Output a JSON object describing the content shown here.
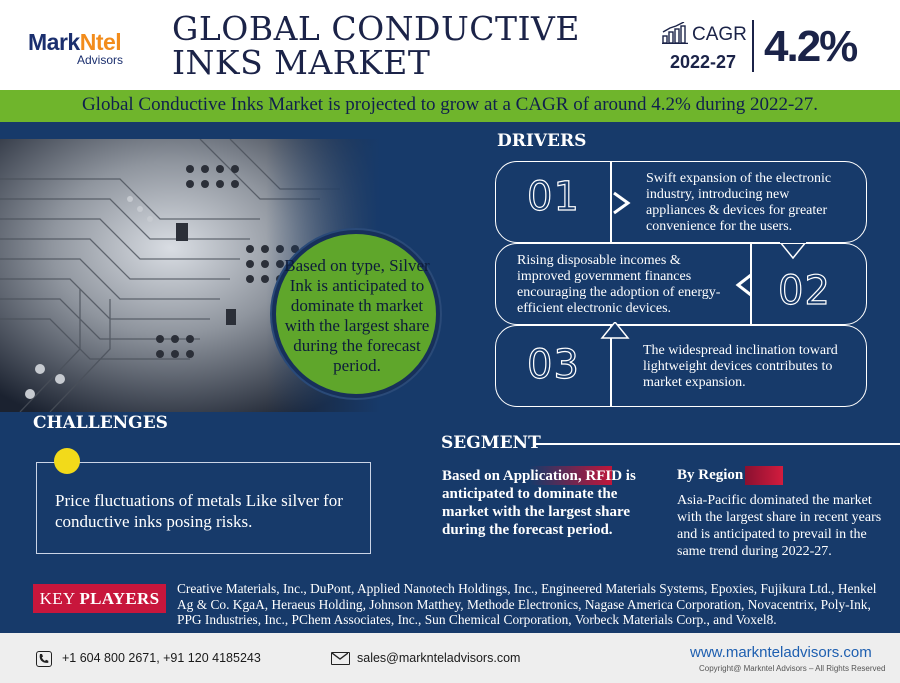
{
  "header": {
    "logo_part1": "Mark",
    "logo_part2": "Ntel",
    "logo_sub": "Advisors",
    "title_line1": "GLOBAL CONDUCTIVE",
    "title_line2": "INKS MARKET",
    "cagr_label": "CAGR",
    "cagr_years": "2022-27",
    "cagr_value": "4.2%"
  },
  "banner": {
    "text": "Global Conductive Inks Market is projected to grow at a CAGR of around 4.2% during 2022-27."
  },
  "highlight": {
    "text": "Based on type, Silver Ink is anticipated to dominate th market with the largest share during the forecast period."
  },
  "drivers": {
    "title": "DRIVERS",
    "items": [
      {
        "number": "01",
        "text": "Swift expansion of the electronic industry, introducing new appliances & devices for greater convenience for the users."
      },
      {
        "number": "02",
        "text": "Rising disposable incomes & improved government finances encouraging the adoption of energy-efficient electronic devices."
      },
      {
        "number": "03",
        "text": "The widespread inclination toward lightweight devices contributes to market expansion."
      }
    ]
  },
  "challenges": {
    "title": "CHALLENGES",
    "text": "Price fluctuations of metals Like silver for conductive inks posing risks."
  },
  "segment": {
    "title": "SEGMENT",
    "application": "Based on Application, RFID is anticipated to dominate the market with the largest share during the forecast period.",
    "region_title": "By Region",
    "region_text": "Asia-Pacific dominated the market with the largest share in recent years and is anticipated to prevail in the same trend during 2022-27."
  },
  "key_players": {
    "label_part1": "KEY",
    "label_part2": "PLAYERS",
    "text": "Creative Materials, Inc., DuPont, Applied Nanotech Holdings, Inc., Engineered Materials Systems, Epoxies, Fujikura Ltd., Henkel Ag & Co. KgaA, Heraeus Holding, Johnson Matthey, Methode Electronics, Nagase America Corporation, Novacentrix, Poly-Ink, PPG Industries, Inc., PChem Associates, Inc., Sun Chemical Corporation, Vorbeck Materials Corp., and Voxel8."
  },
  "footer": {
    "phone": "+1 604 800 2671, +91 120 4185243",
    "email": "sales@marknteladvisors.com",
    "website": "www.marknteladvisors.com",
    "copyright": "Copyright@ Markntel Advisors – All Rights Reserved"
  },
  "colors": {
    "navy": "#173a6a",
    "green": "#6fb52c",
    "red": "#c8163c",
    "yellow": "#f2da1a",
    "logo_blue": "#1b2f6e",
    "logo_orange": "#f28c1c"
  }
}
